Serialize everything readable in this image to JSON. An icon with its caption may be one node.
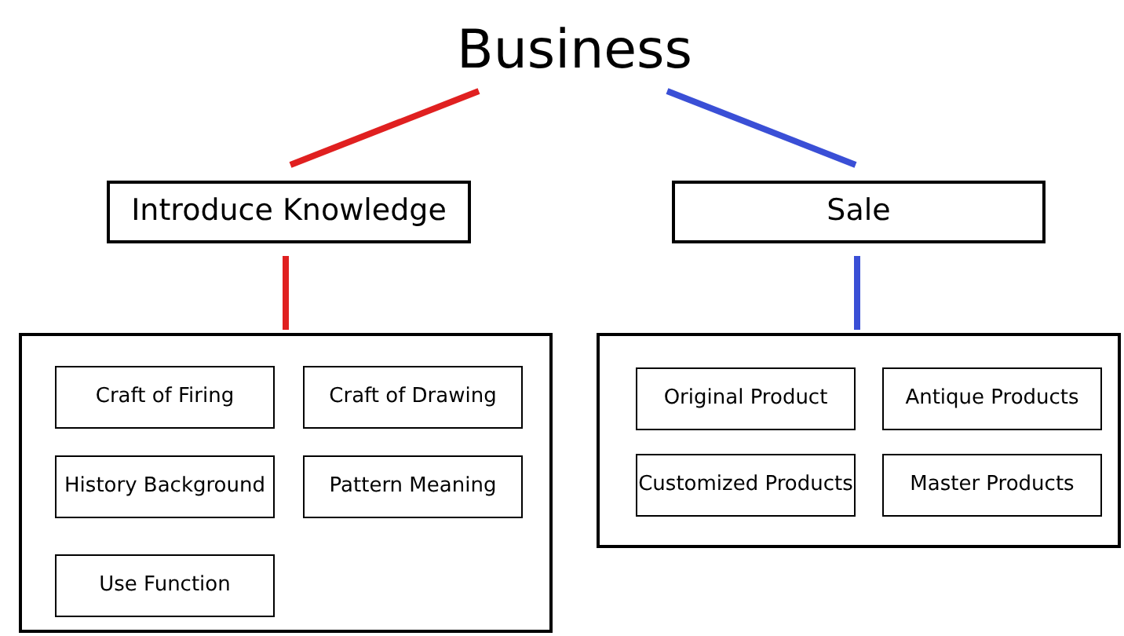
{
  "diagram": {
    "nodes": [
      {
        "text": [
          "Business"
        ]
      },
      {
        "text": [
          "Introduce Knowledge"
        ]
      },
      {
        "text": [
          "Sale"
        ]
      },
      {
        "text": [],
        "shape": "box"
      },
      {
        "text": [
          "Craft of Firing"
        ],
        "in": 3
      },
      {
        "text": [
          "Craft of Drawing"
        ],
        "in": 3
      },
      {
        "text": [
          "History Background"
        ],
        "in": 3
      },
      {
        "text": [
          "Pattern Meaning"
        ],
        "in": 3
      },
      {
        "text": [
          "Use Function"
        ],
        "in": 3
      },
      {
        "text": [],
        "shape": "box"
      },
      {
        "text": [
          "Original Product"
        ],
        "in": 9
      },
      {
        "text": [
          "Antique Products"
        ],
        "in": 9
      },
      {
        "text": [
          "Customized Products"
        ],
        "in": 9
      },
      {
        "text": [
          "Master Products"
        ],
        "in": 9
      }
    ],
    "edges": [
      {
        "from": 0,
        "to": 1,
        "arrow": "none",
        "color": "#e02020"
      },
      {
        "from": 0,
        "to": 2,
        "arrow": "none",
        "color": "#3a4fd6"
      },
      {
        "from": 1,
        "to": 3,
        "arrow": "none",
        "color": "#e02020"
      },
      {
        "from": 2,
        "to": 9,
        "arrow": "none",
        "color": "#3a4fd6"
      }
    ]
  }
}
